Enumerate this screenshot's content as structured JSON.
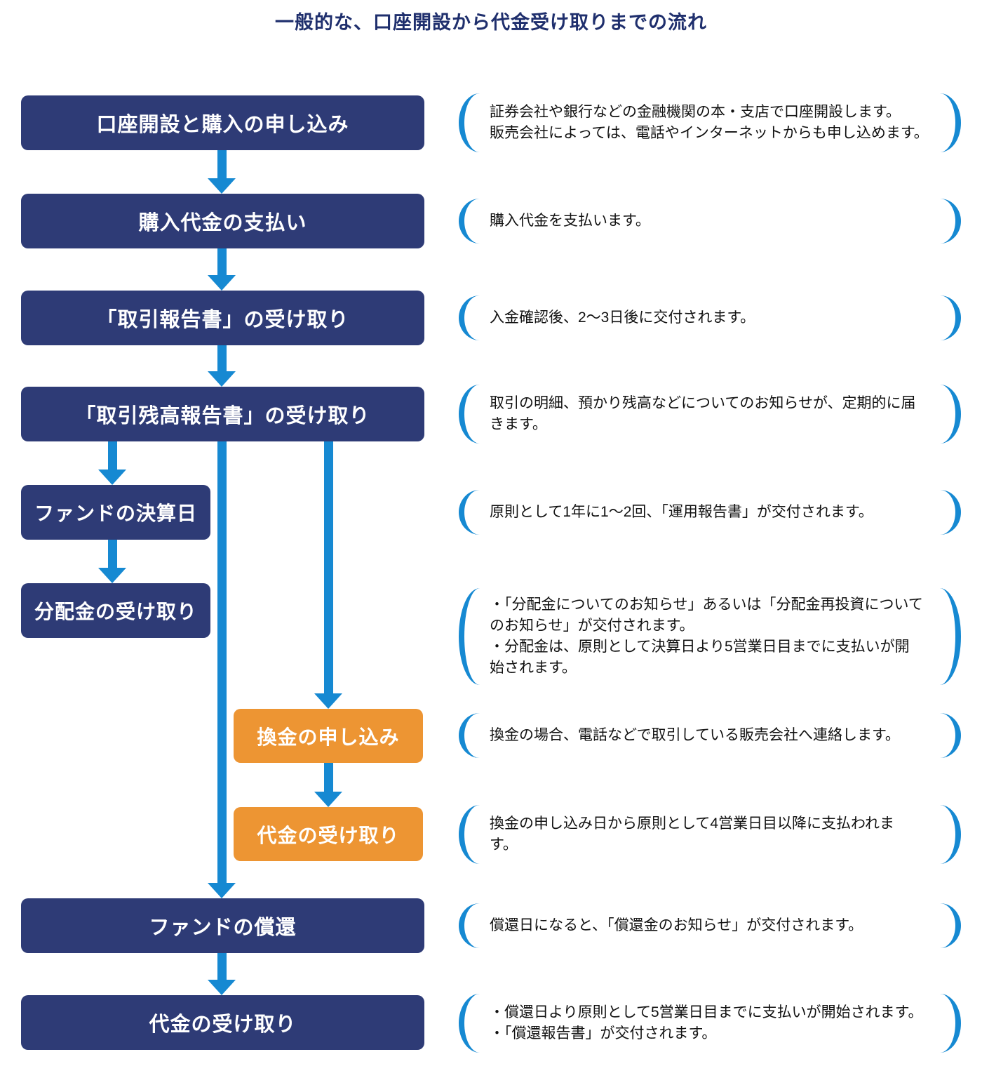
{
  "title": "一般的な、口座開設から代金受け取りまでの流れ",
  "colors": {
    "navy": "#2e3b76",
    "orange": "#ed9533",
    "blue": "#1689d2",
    "title_text": "#1f2f6d"
  },
  "steps": [
    {
      "label": "口座開設と購入の申し込み",
      "note": "証券会社や銀行などの金融機関の本・支店で口座開設します。\n販売会社によっては、電話やインターネットからも申し込めます。"
    },
    {
      "label": "購入代金の支払い",
      "note": "購入代金を支払います。"
    },
    {
      "label": "「取引報告書」の受け取り",
      "note": "入金確認後、2〜3日後に交付されます。"
    },
    {
      "label": "「取引残高報告書」の受け取り",
      "note": "取引の明細、預かり残高などについてのお知らせが、定期的に届\nきます。"
    },
    {
      "label": "ファンドの決算日",
      "note": "原則として1年に1〜2回、「運用報告書」が交付されます。"
    },
    {
      "label": "分配金の受け取り",
      "note": "・「分配金についてのお知らせ」あるいは「分配金再投資について\nのお知らせ」が交付されます。\n・分配金は、原則として決算日より5営業日目までに支払いが開\n始されます。"
    },
    {
      "label": "換金の申し込み",
      "note": "換金の場合、電話などで取引している販売会社へ連絡します。"
    },
    {
      "label": "代金の受け取り",
      "note": "換金の申し込み日から原則として4営業日目以降に支払われま\nす。"
    },
    {
      "label": "ファンドの償還",
      "note": "償還日になると、「償還金のお知らせ」が交付されます。"
    },
    {
      "label": "代金の受け取り",
      "note": "・償還日より原則として5営業日目までに支払いが開始されます。\n・「償還報告書」が交付されます。"
    }
  ]
}
